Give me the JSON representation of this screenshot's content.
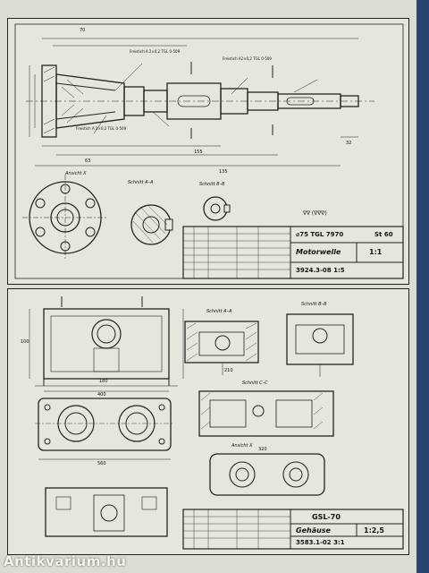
{
  "sheet1": {
    "material": "⌀75 TGL 7970",
    "material_grade": "St 60",
    "part_name": "Motorwelle",
    "scale": "1:1",
    "drawing_number": "3924.3-08 1:5",
    "section_a": "Schnitt A–A",
    "section_b": "Schnitt B–B",
    "view_x": "Ansicht X",
    "surface_note": "∇∇ (∇∇∇)",
    "center_hole_1": "Freistich A 2×0,2 TGL 0-509",
    "center_hole_2": "Freistich A2×0,2 TGL 0-509",
    "center_hole_3": "Freistich A 2×0,2 TGL 0-509",
    "dims": {
      "d1": "155",
      "d2": "63",
      "d3": "32",
      "d4": "70",
      "d5": "135"
    }
  },
  "sheet2": {
    "part_code": "GSL-70",
    "part_name": "Gehäuse",
    "scale": "1:2,5",
    "drawing_number": "3583.1-02 3:1",
    "section_a": "Schnitt A–A",
    "section_b": "Schnitt B–B",
    "section_c": "Schnitt C–C",
    "view_x": "Ansicht X",
    "dims": {
      "d1": "180",
      "d2": "560",
      "d3": "400",
      "d4": "100",
      "d5": "210",
      "d6": "320"
    }
  },
  "watermark": "Antikvarium.hu",
  "colors": {
    "paper": "#e6e6df",
    "ink": "#222222",
    "spine": "#27456e"
  }
}
